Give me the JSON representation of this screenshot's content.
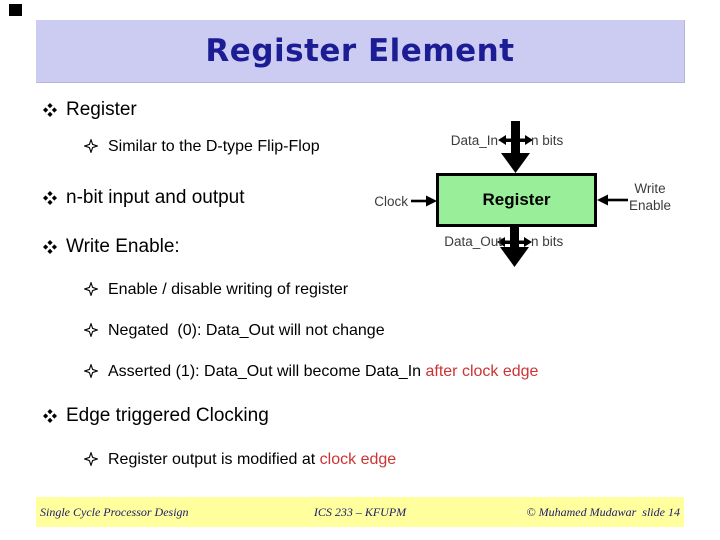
{
  "title": "Register Element",
  "bullets": [
    {
      "level": 1,
      "text": "Register"
    },
    {
      "level": 2,
      "text": "Similar to the D-type Flip-Flop"
    },
    {
      "level": 1,
      "text": "n-bit input and output"
    },
    {
      "level": 1,
      "text": "Write Enable:"
    },
    {
      "level": 2,
      "text": "Enable / disable writing of register"
    },
    {
      "level": 2,
      "text": "Negated  (0): Data_Out will not change"
    },
    {
      "level": 2,
      "text": "Asserted (1): Data_Out will become Data_In ",
      "highlight": "after clock edge"
    },
    {
      "level": 1,
      "text": "Edge triggered Clocking"
    },
    {
      "level": 2,
      "text": "Register output is modified at ",
      "highlight": "clock edge"
    }
  ],
  "diagram": {
    "box_label": "Register",
    "data_in_label": "Data_In",
    "n_bits_top": "n bits",
    "clock_label": "Clock",
    "write_enable_line1": "Write",
    "write_enable_line2": "Enable",
    "data_out_label": "Data_Out",
    "n_bits_bottom": "n bits"
  },
  "footer": {
    "left": "Single Cycle Processor Design",
    "center": "ICS 233 – KFUPM",
    "right": "© Muhamed Mudawar  slide 14"
  },
  "icons": {
    "level1_bullet": "four-diamond-bullet",
    "level2_bullet": "sparkle-bullet"
  },
  "colors": {
    "banner_bg": "#ccccf3",
    "banner_text": "#1c1c94",
    "register_box_fill": "#99ef99",
    "footer_bg": "#ffff9e",
    "footer_text": "#1b1b6b",
    "highlight_red": "#cc3333",
    "diagram_label_gray": "#3c3c3c"
  }
}
